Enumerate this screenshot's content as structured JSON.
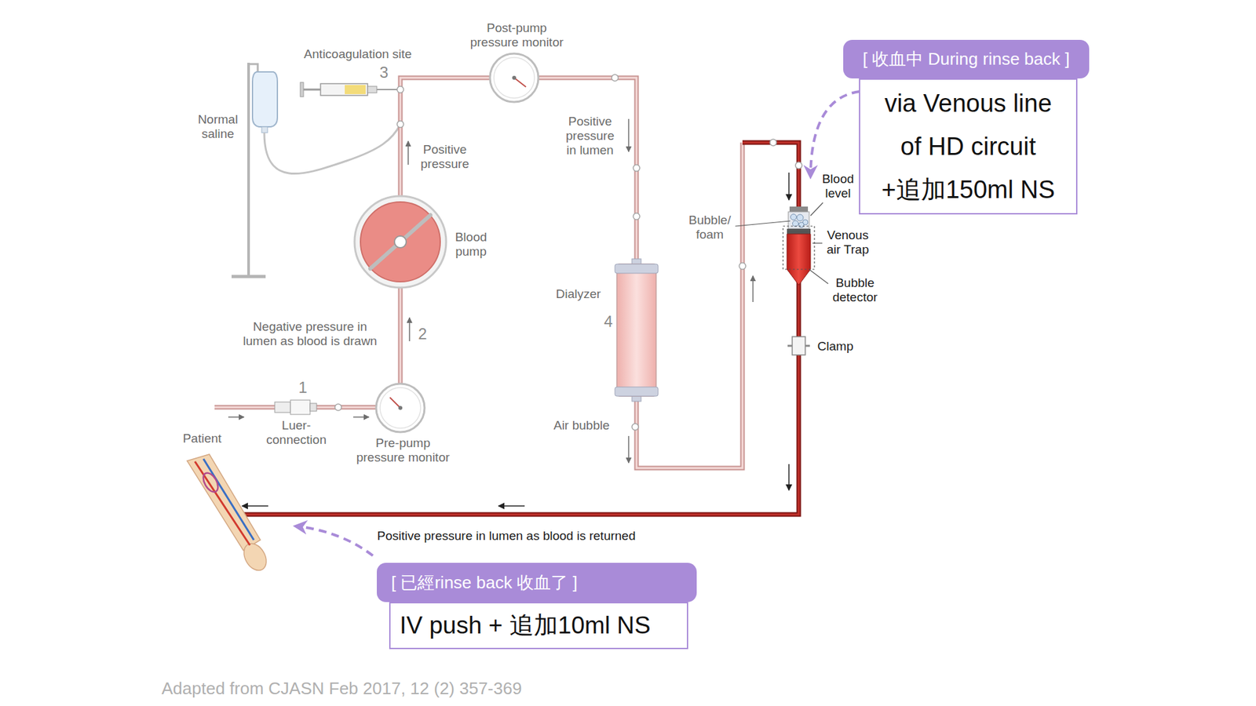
{
  "diagram": {
    "caption": "Adapted from CJASN Feb 2017, 12 (2) 357-369",
    "nodes": [
      {
        "text": [
          "[ 收血中 During rinse back ]",
          "via Venous line of HD circuit +追加150ml NS"
        ]
      },
      {
        "text": [
          "[ 已經rinse back 收血了 ]",
          "IV push + 追加10ml NS"
        ]
      }
    ],
    "labels": [
      "Post-pump pressure monitor",
      "Anticoagulation site",
      "3",
      "Normal saline",
      "Positive pressure",
      "Positive pressure in lumen",
      "Bubble/ foam",
      "Blood level",
      "Blood pump",
      "Venous air Trap",
      "Dialyzer",
      "Bubble detector",
      "4",
      "Clamp",
      "Negative pressure in lumen as blood is drawn",
      "2",
      "1",
      "Luer-connection",
      "Air bubble",
      "Patient",
      "Pre-pump pressure monitor",
      "Positive pressure in lumen as blood is returned"
    ]
  }
}
